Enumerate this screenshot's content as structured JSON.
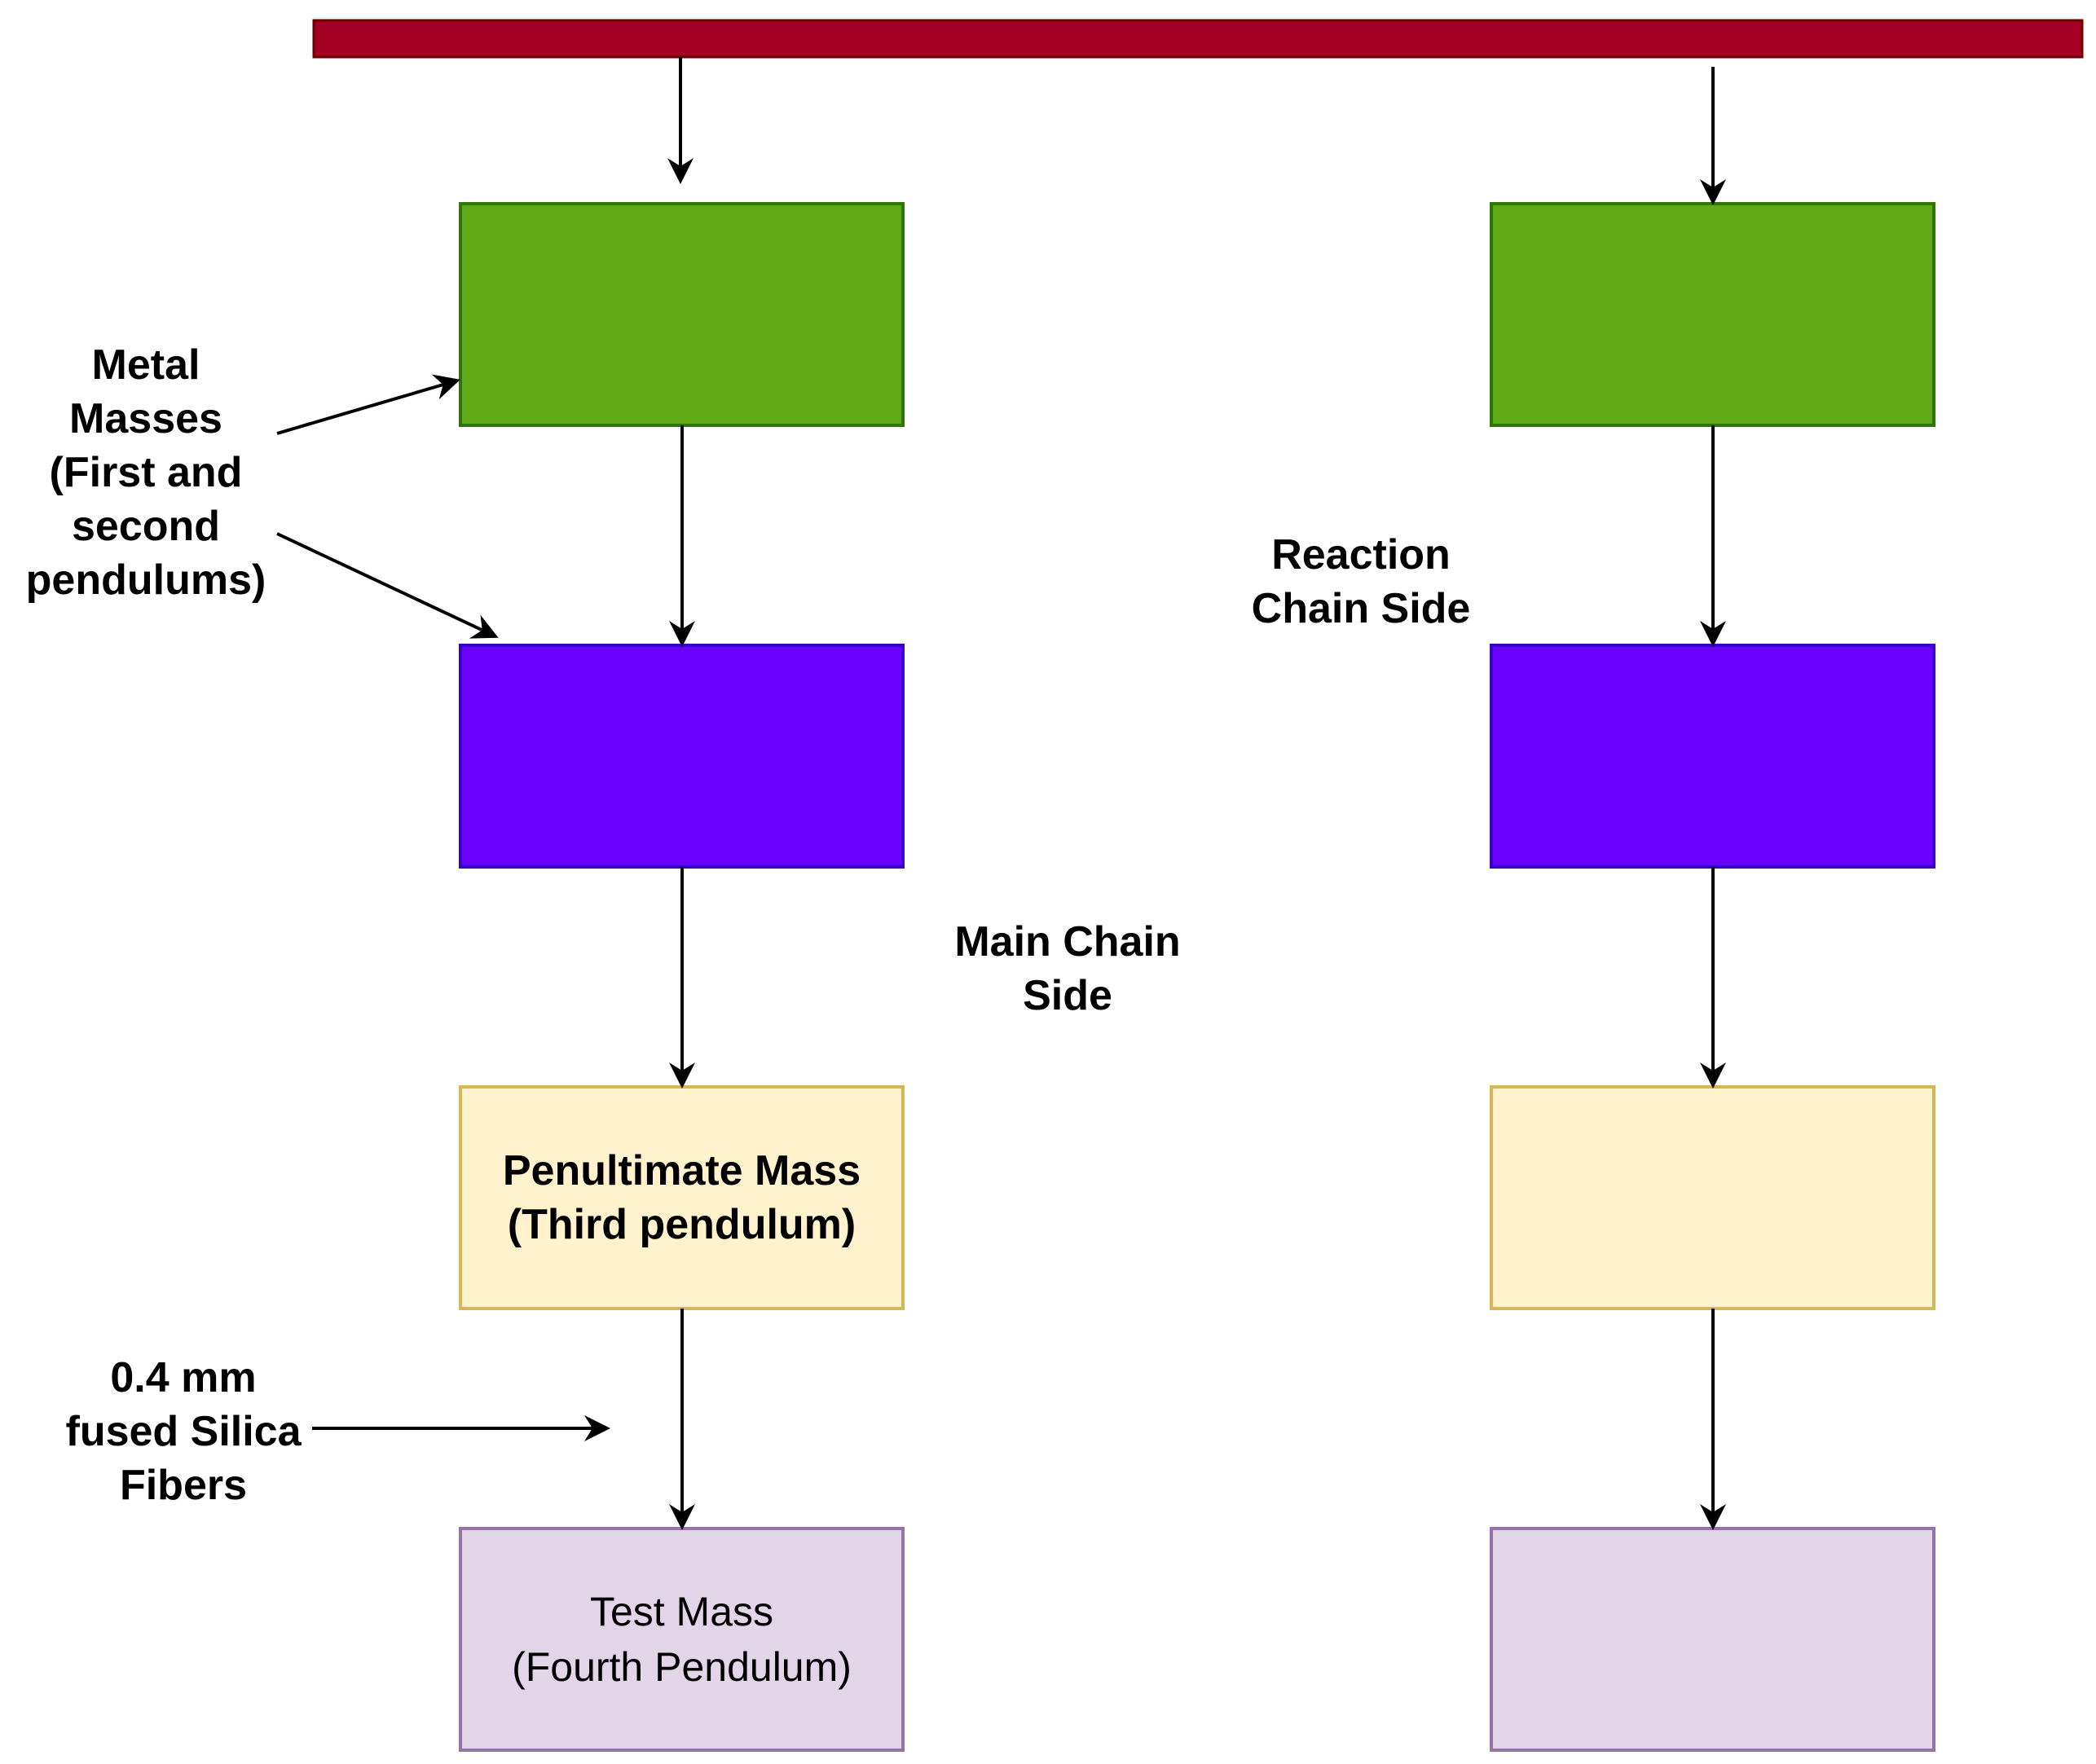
{
  "colors": {
    "suspension_bar": "#a20025",
    "metal_mass_1": "#60a917",
    "metal_mass_1_stroke": "#2d7600",
    "metal_mass_2": "#6a00ff",
    "metal_mass_2_stroke": "#3700cc",
    "penultimate_mass": "#fff2cc",
    "penultimate_mass_stroke": "#d6b656",
    "test_mass": "#e1d5e7",
    "test_mass_stroke": "#9673a6",
    "arrow": "#000000"
  },
  "labels": {
    "metal_masses": "Metal\nMasses\n(First and\nsecond\npendulums)",
    "reaction_chain": "Reaction\nChain Side",
    "main_chain": "Main Chain\nSide",
    "penultimate_mass": "Penultimate Mass\n(Third pendulum)",
    "fibers": "0.4 mm\nfused Silica\nFibers",
    "test_mass": "Test Mass\n(Fourth Pendulum)"
  }
}
